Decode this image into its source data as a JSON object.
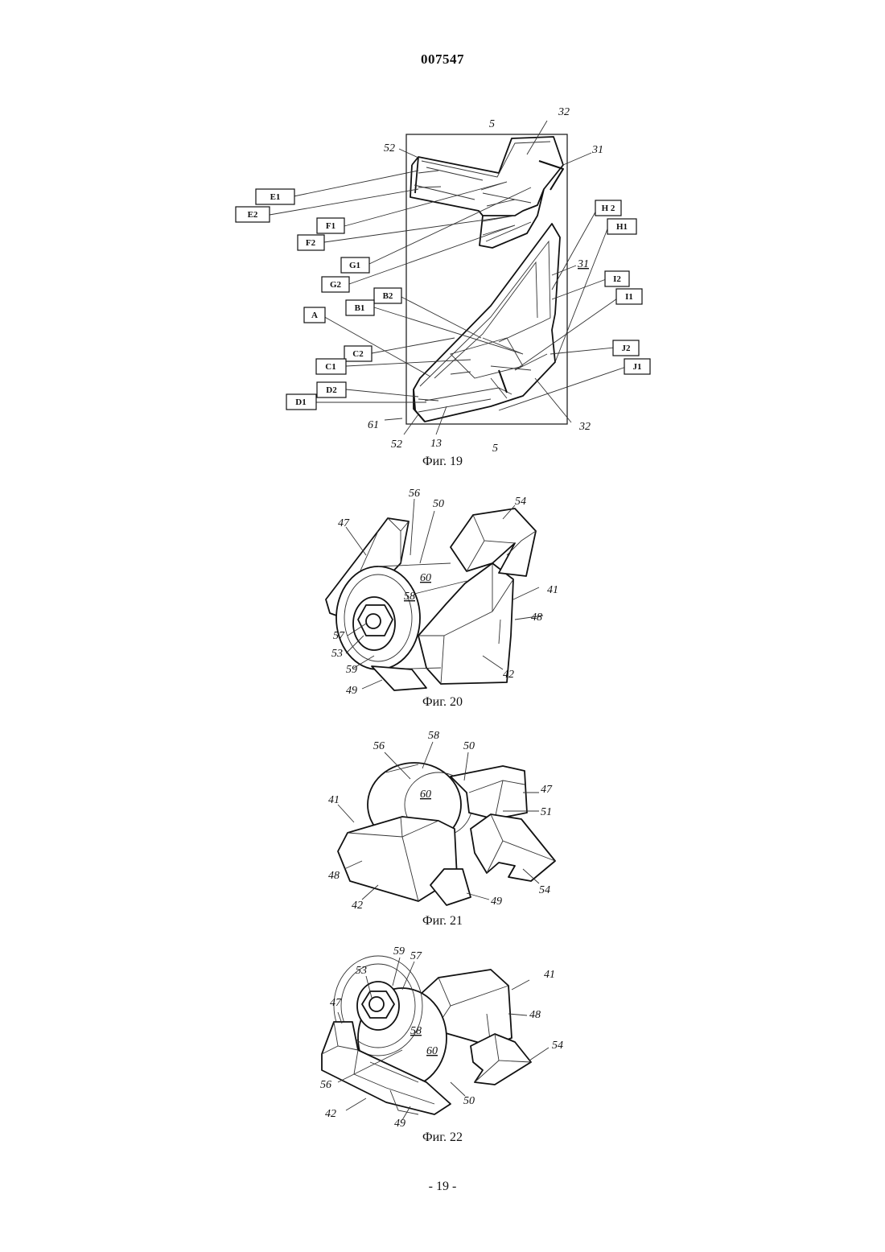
{
  "header": {
    "doc_number": "007547"
  },
  "figures": {
    "fig19": {
      "caption": "Фиг. 19",
      "boxes": [
        "E1",
        "E2",
        "F1",
        "F2",
        "G1",
        "G2",
        "H 2",
        "H1",
        "B2",
        "B1",
        "A",
        "I2",
        "I1",
        "C2",
        "C1",
        "J2",
        "D2",
        "D1",
        "J1"
      ],
      "refs": [
        "32",
        "5",
        "31",
        "52",
        "31",
        "61",
        "52",
        "13",
        "5",
        "32"
      ]
    },
    "fig20": {
      "caption": "Фиг. 20",
      "refs": [
        "56",
        "50",
        "54",
        "47",
        "60",
        "58",
        "41",
        "48",
        "57",
        "53",
        "59",
        "42",
        "49"
      ]
    },
    "fig21": {
      "caption": "Фиг. 21",
      "refs": [
        "56",
        "58",
        "50",
        "60",
        "47",
        "41",
        "51",
        "48",
        "42",
        "54",
        "49"
      ]
    },
    "fig22": {
      "caption": "Фиг. 22",
      "refs": [
        "59",
        "57",
        "53",
        "41",
        "47",
        "48",
        "58",
        "54",
        "60",
        "56",
        "42",
        "49",
        "50"
      ]
    }
  },
  "footer": {
    "page_number": "- 19 -"
  }
}
